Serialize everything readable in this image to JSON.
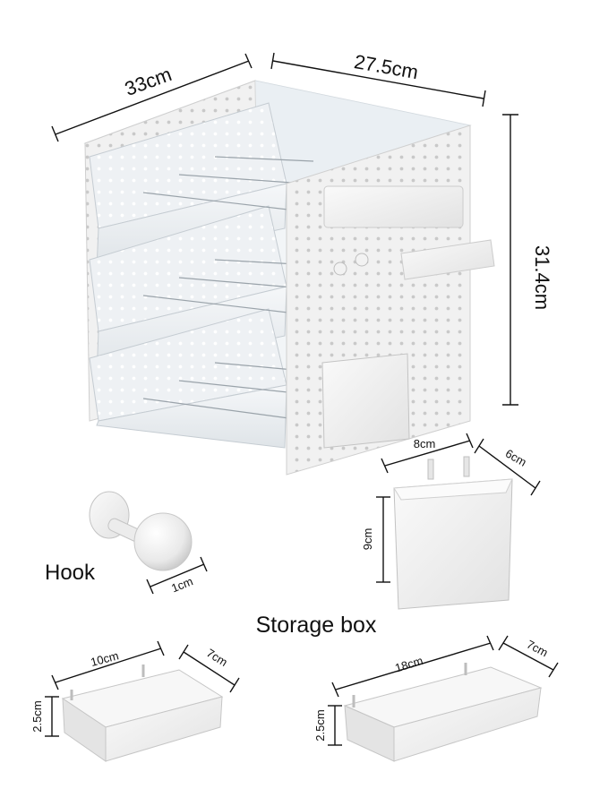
{
  "main_product": {
    "width_label": "33cm",
    "depth_label": "27.5cm",
    "height_label": "31.4cm"
  },
  "hook": {
    "name_label": "Hook",
    "size_label": "1cm"
  },
  "cup_accessory": {
    "width_label": "8cm",
    "depth_label": "6cm",
    "height_label": "9cm"
  },
  "section_title": "Storage box",
  "small_tray": {
    "width_label": "10cm",
    "depth_label": "7cm",
    "height_label": "2.5cm"
  },
  "long_tray": {
    "width_label": "18cm",
    "depth_label": "7cm",
    "height_label": "2.5cm"
  },
  "colors": {
    "background": "#ffffff",
    "product_white": "#f4f4f4",
    "product_shadow": "#d6d6d6",
    "transparent_shelf": "#e9eef2",
    "text": "#111111"
  }
}
